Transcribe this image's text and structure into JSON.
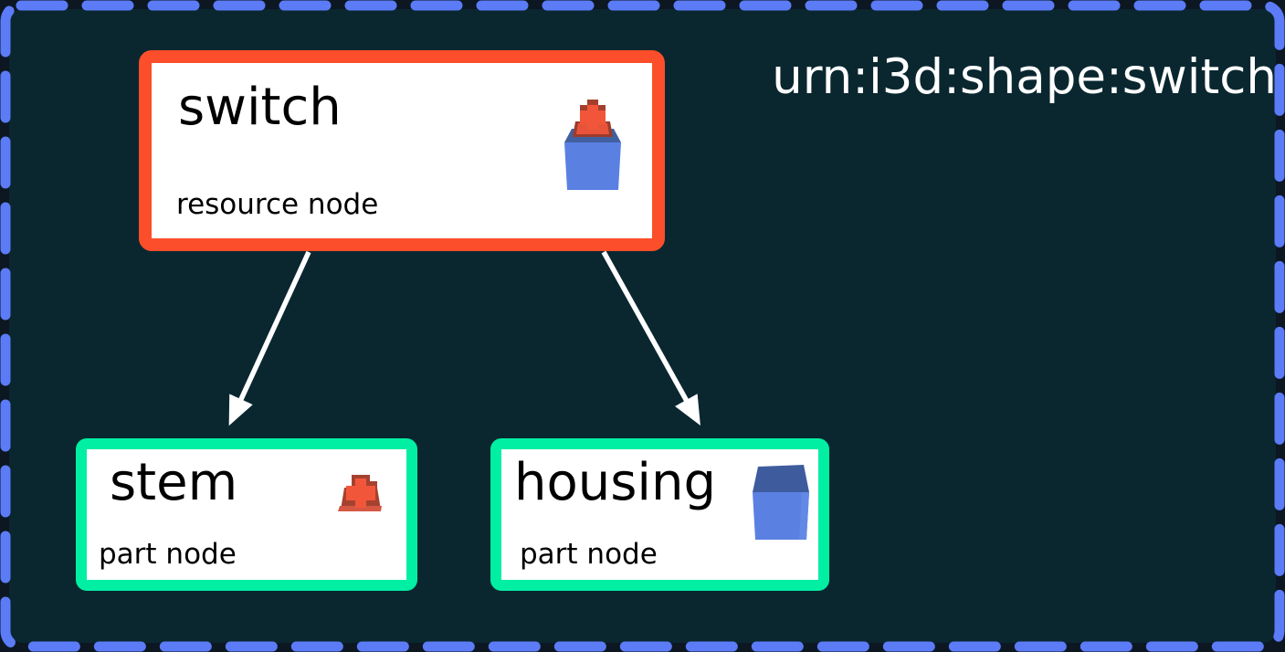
{
  "diagram": {
    "urn_label": "urn:i3d:shape:switch",
    "nodes": [
      {
        "id": "switch",
        "label": "switch",
        "type_label": "resource node",
        "role": "resource",
        "icon": "switch-3d-icon"
      },
      {
        "id": "stem",
        "label": "stem",
        "type_label": "part node",
        "role": "part",
        "icon": "stem-3d-icon"
      },
      {
        "id": "housing",
        "label": "housing",
        "type_label": "part node",
        "role": "part",
        "icon": "housing-3d-icon"
      }
    ],
    "edges": [
      {
        "from": "switch",
        "to": "stem"
      },
      {
        "from": "switch",
        "to": "housing"
      }
    ],
    "colors": {
      "canvas_background": "#0a2730",
      "outer_background": "#0c1722",
      "dashed_frame": "#5b7bf7",
      "resource_node_border": "#fc4e2a",
      "part_node_border": "#00efa2",
      "node_background": "#ffffff",
      "node_text": "#000000",
      "urn_text": "#ffffff",
      "arrow": "#ffffff",
      "cube_front_blue": "#5a80e2",
      "cube_top_blue": "#3e5c9d",
      "stem_bright_red": "#f2563a",
      "stem_dark_red": "#a3402d"
    }
  }
}
